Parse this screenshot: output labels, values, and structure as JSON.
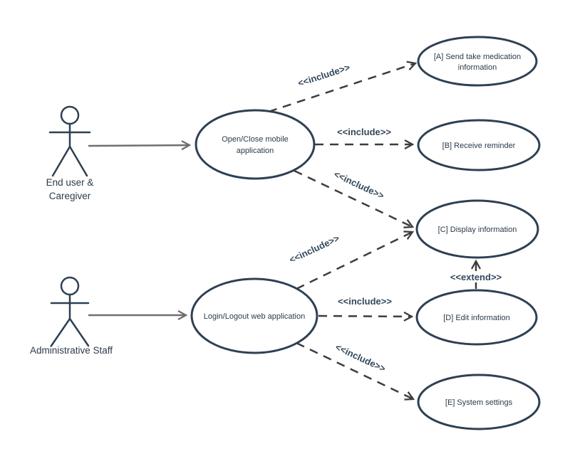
{
  "labels": {
    "include": "<<include>>",
    "extend": "<<extend>>"
  },
  "actors": [
    {
      "name": "End user & Caregiver",
      "label_lines": [
        "End user &",
        "Caregiver"
      ]
    },
    {
      "name": "Administrative Staff",
      "label_lines": [
        "Administrative Staff"
      ]
    }
  ],
  "use_cases": [
    {
      "name": "Open/Close mobile application",
      "label_lines": [
        "Open/Close mobile",
        "application"
      ]
    },
    {
      "name": "Login/Logout web application",
      "label_lines": [
        "Login/Logout web application"
      ]
    },
    {
      "name": "[A] Send take medication information",
      "label_lines": [
        "[A] Send take medication",
        "information"
      ]
    },
    {
      "name": "[B] Receive reminder",
      "label_lines": [
        "[B] Receive reminder"
      ]
    },
    {
      "name": "[C] Display information",
      "label_lines": [
        "[C] Display information"
      ]
    },
    {
      "name": "[D] Edit information",
      "label_lines": [
        "[D] Edit information"
      ]
    },
    {
      "name": "[E] System settings",
      "label_lines": [
        "[E] System settings"
      ]
    }
  ],
  "edges": [
    {
      "from": "End user & Caregiver",
      "to": "Open/Close mobile application",
      "type": "association"
    },
    {
      "from": "Administrative Staff",
      "to": "Login/Logout web application",
      "type": "association"
    },
    {
      "from": "Open/Close mobile application",
      "to": "[A] Send take medication information",
      "type": "include"
    },
    {
      "from": "Open/Close mobile application",
      "to": "[B] Receive reminder",
      "type": "include"
    },
    {
      "from": "Open/Close mobile application",
      "to": "[C] Display information",
      "type": "include"
    },
    {
      "from": "Login/Logout web application",
      "to": "[C] Display information",
      "type": "include"
    },
    {
      "from": "Login/Logout web application",
      "to": "[D] Edit information",
      "type": "include"
    },
    {
      "from": "Login/Logout web application",
      "to": "[E] System settings",
      "type": "include"
    },
    {
      "from": "[D] Edit information",
      "to": "[C] Display information",
      "type": "extend"
    }
  ],
  "colors": {
    "shape_stroke": "#2e4053",
    "text": "#2b3a4a",
    "dashed_edge": "#3d3d3d",
    "association_edge": "#6f6f6f",
    "background": "#ffffff"
  }
}
